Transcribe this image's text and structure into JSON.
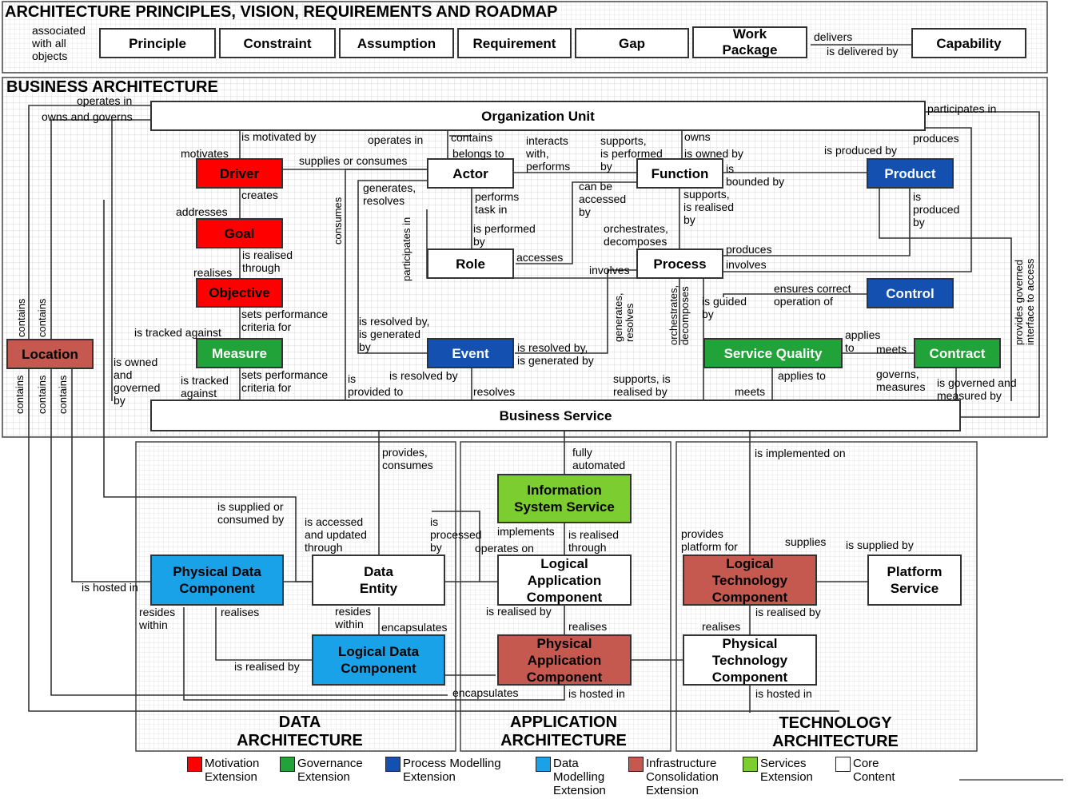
{
  "title": "ARCHITECTURE PRINCIPLES, VISION, REQUIREMENTS AND ROADMAP",
  "governance": {
    "note": "associated\nwith all\nobjects",
    "items": [
      "Principle",
      "Constraint",
      "Assumption",
      "Requirement",
      "Gap",
      "Work\nPackage",
      "Capability"
    ],
    "delivers_label": "delivers",
    "delivered_by_label": "is delivered by"
  },
  "business": {
    "title": "BUSINESS ARCHITECTURE",
    "entities": {
      "org_unit": "Organization  Unit",
      "driver": "Driver",
      "goal": "Goal",
      "objective": "Objective",
      "measure": "Measure",
      "location": "Location",
      "actor": "Actor",
      "role": "Role",
      "event": "Event",
      "function": "Function",
      "process": "Process",
      "product": "Product",
      "control": "Control",
      "service_quality": "Service Quality",
      "contract": "Contract",
      "business_service": "Business Service"
    }
  },
  "areas": {
    "data": "DATA\nARCHITECTURE",
    "application": "APPLICATION\nARCHITECTURE",
    "technology": "TECHNOLOGY\nARCHITECTURE"
  },
  "lower_entities": {
    "info_system_service": "Information\nSystem Service",
    "physical_data_component": "Physical Data\nComponent",
    "data_entity": "Data\nEntity",
    "logical_data_component": "Logical Data\nComponent",
    "logical_app_component": "Logical\nApplication\nComponent",
    "physical_app_component": "Physical\nApplication\nComponent",
    "logical_tech_component": "Logical\nTechnology\nComponent",
    "platform_service": "Platform\nService",
    "physical_tech_component": "Physical\nTechnology\nComponent"
  },
  "relation_labels": [
    "operates in",
    "owns and governs",
    "is motivated by",
    "operates in",
    "contains",
    "belongs to",
    "interacts\nwith,\nperforms",
    "supports,\nis performed\nby",
    "owns",
    "is owned by",
    "is produced by",
    "produces",
    "participates in",
    "motivates",
    "supplies or consumes",
    "creates",
    "addresses",
    "generates,\nresolves",
    "performs\ntask in",
    "can be\naccessed\nby",
    "is\nbounded by",
    "supports,\nis realised\nby",
    "is\nproduced\nby",
    "is realised\nthrough",
    "realises",
    "is performed\nby",
    "orchestrates,\ndecomposes",
    "accesses",
    "involves",
    "produces",
    "involves",
    "sets performance\ncriteria for",
    "is tracked against",
    "is resolved by,\nis generated\nby",
    "ensures correct\noperation of",
    "is guided\nby",
    "applies\nto",
    "meets",
    "is resolved by,\nis generated by",
    "is owned\nand\ngoverned\nby",
    "is tracked\nagainst",
    "sets performance\ncriteria for",
    "is\nprovided to",
    "is resolved by",
    "resolves",
    "supports, is\nrealised by",
    "applies to",
    "meets",
    "governs,\nmeasures",
    "is governed and\nmeasured by",
    "provides,\nconsumes",
    "fully\nautomated",
    "is implemented on",
    "is supplied or\nconsumed by",
    "is accessed\nand updated\nthrough",
    "is\nprocessed\nby",
    "implements",
    "is realised\nthrough",
    "operates on",
    "provides\nplatform for",
    "supplies",
    "is supplied by",
    "is hosted in",
    "resides\nwithin",
    "realises",
    "resides\nwithin",
    "encapsulates",
    "is realised by",
    "realises",
    "is realised by",
    "realises",
    "is realised by",
    "encapsulates",
    "is hosted in",
    "is hosted in"
  ],
  "vertical_labels": [
    "contains",
    "contains",
    "contains",
    "contains",
    "contains",
    "consumes",
    "participates in",
    "generates,\nresolves",
    "orchestrates,\ndecomposes",
    "provides governed\ninterface to access"
  ],
  "legend": [
    {
      "label": "Motivation\nExtension",
      "color": "#ff0000"
    },
    {
      "label": "Governance\nExtension",
      "color": "#22a33a"
    },
    {
      "label": "Process Modelling\nExtension",
      "color": "#1450b0"
    },
    {
      "label": "Data\nModelling\nExtension",
      "color": "#1aa2e8"
    },
    {
      "label": "Infrastructure\nConsolidation\nExtension",
      "color": "#c5584f"
    },
    {
      "label": "Services\nExtension",
      "color": "#7ccd30"
    },
    {
      "label": "Core\nContent",
      "color": "#ffffff"
    }
  ]
}
